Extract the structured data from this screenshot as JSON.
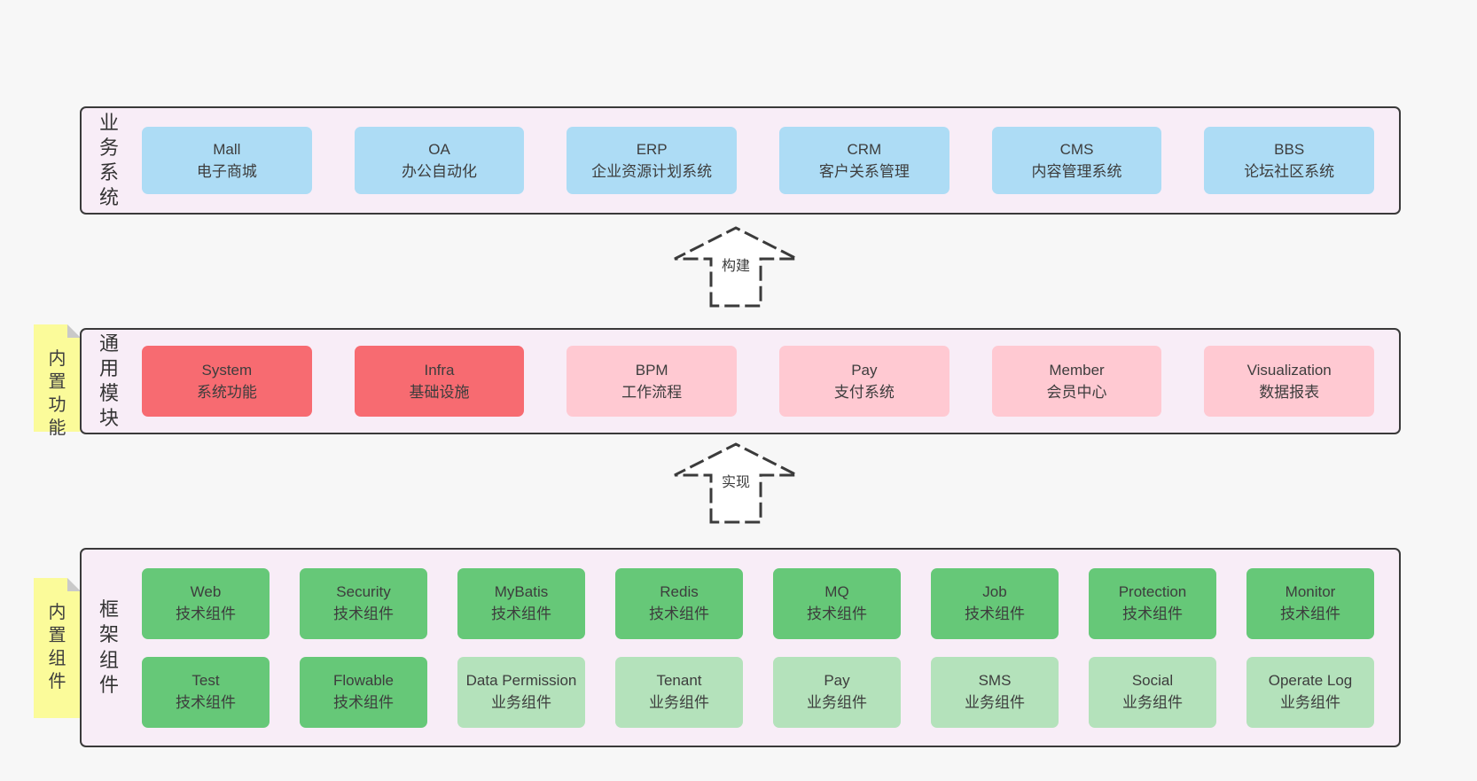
{
  "colors": {
    "page_bg": "#f7f7f7",
    "panel_bg": "#f8edf7",
    "panel_border": "#3a3a3a",
    "blue_box": "#addcf5",
    "red_box": "#f76b71",
    "pink_box": "#ffc9d2",
    "green_dark_box": "#66c878",
    "green_light_box": "#b4e2bb",
    "yellow_note": "#fbfb9a",
    "fold_gray": "#c9c9c9",
    "text": "#3d3d3d"
  },
  "arrows": [
    {
      "label": "构建"
    },
    {
      "label": "实现"
    }
  ],
  "sections": {
    "business": {
      "label": "业务系统",
      "boxes": [
        {
          "name": "Mall",
          "subtitle": "电子商城",
          "variant": "blue"
        },
        {
          "name": "OA",
          "subtitle": "办公自动化",
          "variant": "blue"
        },
        {
          "name": "ERP",
          "subtitle": "企业资源计划系统",
          "variant": "blue"
        },
        {
          "name": "CRM",
          "subtitle": "客户关系管理",
          "variant": "blue"
        },
        {
          "name": "CMS",
          "subtitle": "内容管理系统",
          "variant": "blue"
        },
        {
          "name": "BBS",
          "subtitle": "论坛社区系统",
          "variant": "blue"
        }
      ]
    },
    "modules": {
      "label": "通用模块",
      "note": "内置功能",
      "boxes": [
        {
          "name": "System",
          "subtitle": "系统功能",
          "variant": "red"
        },
        {
          "name": "Infra",
          "subtitle": "基础设施",
          "variant": "red"
        },
        {
          "name": "BPM",
          "subtitle": "工作流程",
          "variant": "pink"
        },
        {
          "name": "Pay",
          "subtitle": "支付系统",
          "variant": "pink"
        },
        {
          "name": "Member",
          "subtitle": "会员中心",
          "variant": "pink"
        },
        {
          "name": "Visualization",
          "subtitle": "数据报表",
          "variant": "pink"
        }
      ]
    },
    "framework": {
      "label": "框架组件",
      "note": "内置组件",
      "rows": [
        [
          {
            "name": "Web",
            "subtitle": "技术组件",
            "variant": "green-dark"
          },
          {
            "name": "Security",
            "subtitle": "技术组件",
            "variant": "green-dark"
          },
          {
            "name": "MyBatis",
            "subtitle": "技术组件",
            "variant": "green-dark"
          },
          {
            "name": "Redis",
            "subtitle": "技术组件",
            "variant": "green-dark"
          },
          {
            "name": "MQ",
            "subtitle": "技术组件",
            "variant": "green-dark"
          },
          {
            "name": "Job",
            "subtitle": "技术组件",
            "variant": "green-dark"
          },
          {
            "name": "Protection",
            "subtitle": "技术组件",
            "variant": "green-dark"
          },
          {
            "name": "Monitor",
            "subtitle": "技术组件",
            "variant": "green-dark"
          }
        ],
        [
          {
            "name": "Test",
            "subtitle": "技术组件",
            "variant": "green-dark"
          },
          {
            "name": "Flowable",
            "subtitle": "技术组件",
            "variant": "green-dark"
          },
          {
            "name": "Data Permission",
            "subtitle": "业务组件",
            "variant": "green-light"
          },
          {
            "name": "Tenant",
            "subtitle": "业务组件",
            "variant": "green-light"
          },
          {
            "name": "Pay",
            "subtitle": "业务组件",
            "variant": "green-light"
          },
          {
            "name": "SMS",
            "subtitle": "业务组件",
            "variant": "green-light"
          },
          {
            "name": "Social",
            "subtitle": "业务组件",
            "variant": "green-light"
          },
          {
            "name": "Operate Log",
            "subtitle": "业务组件",
            "variant": "green-light"
          }
        ]
      ]
    }
  }
}
